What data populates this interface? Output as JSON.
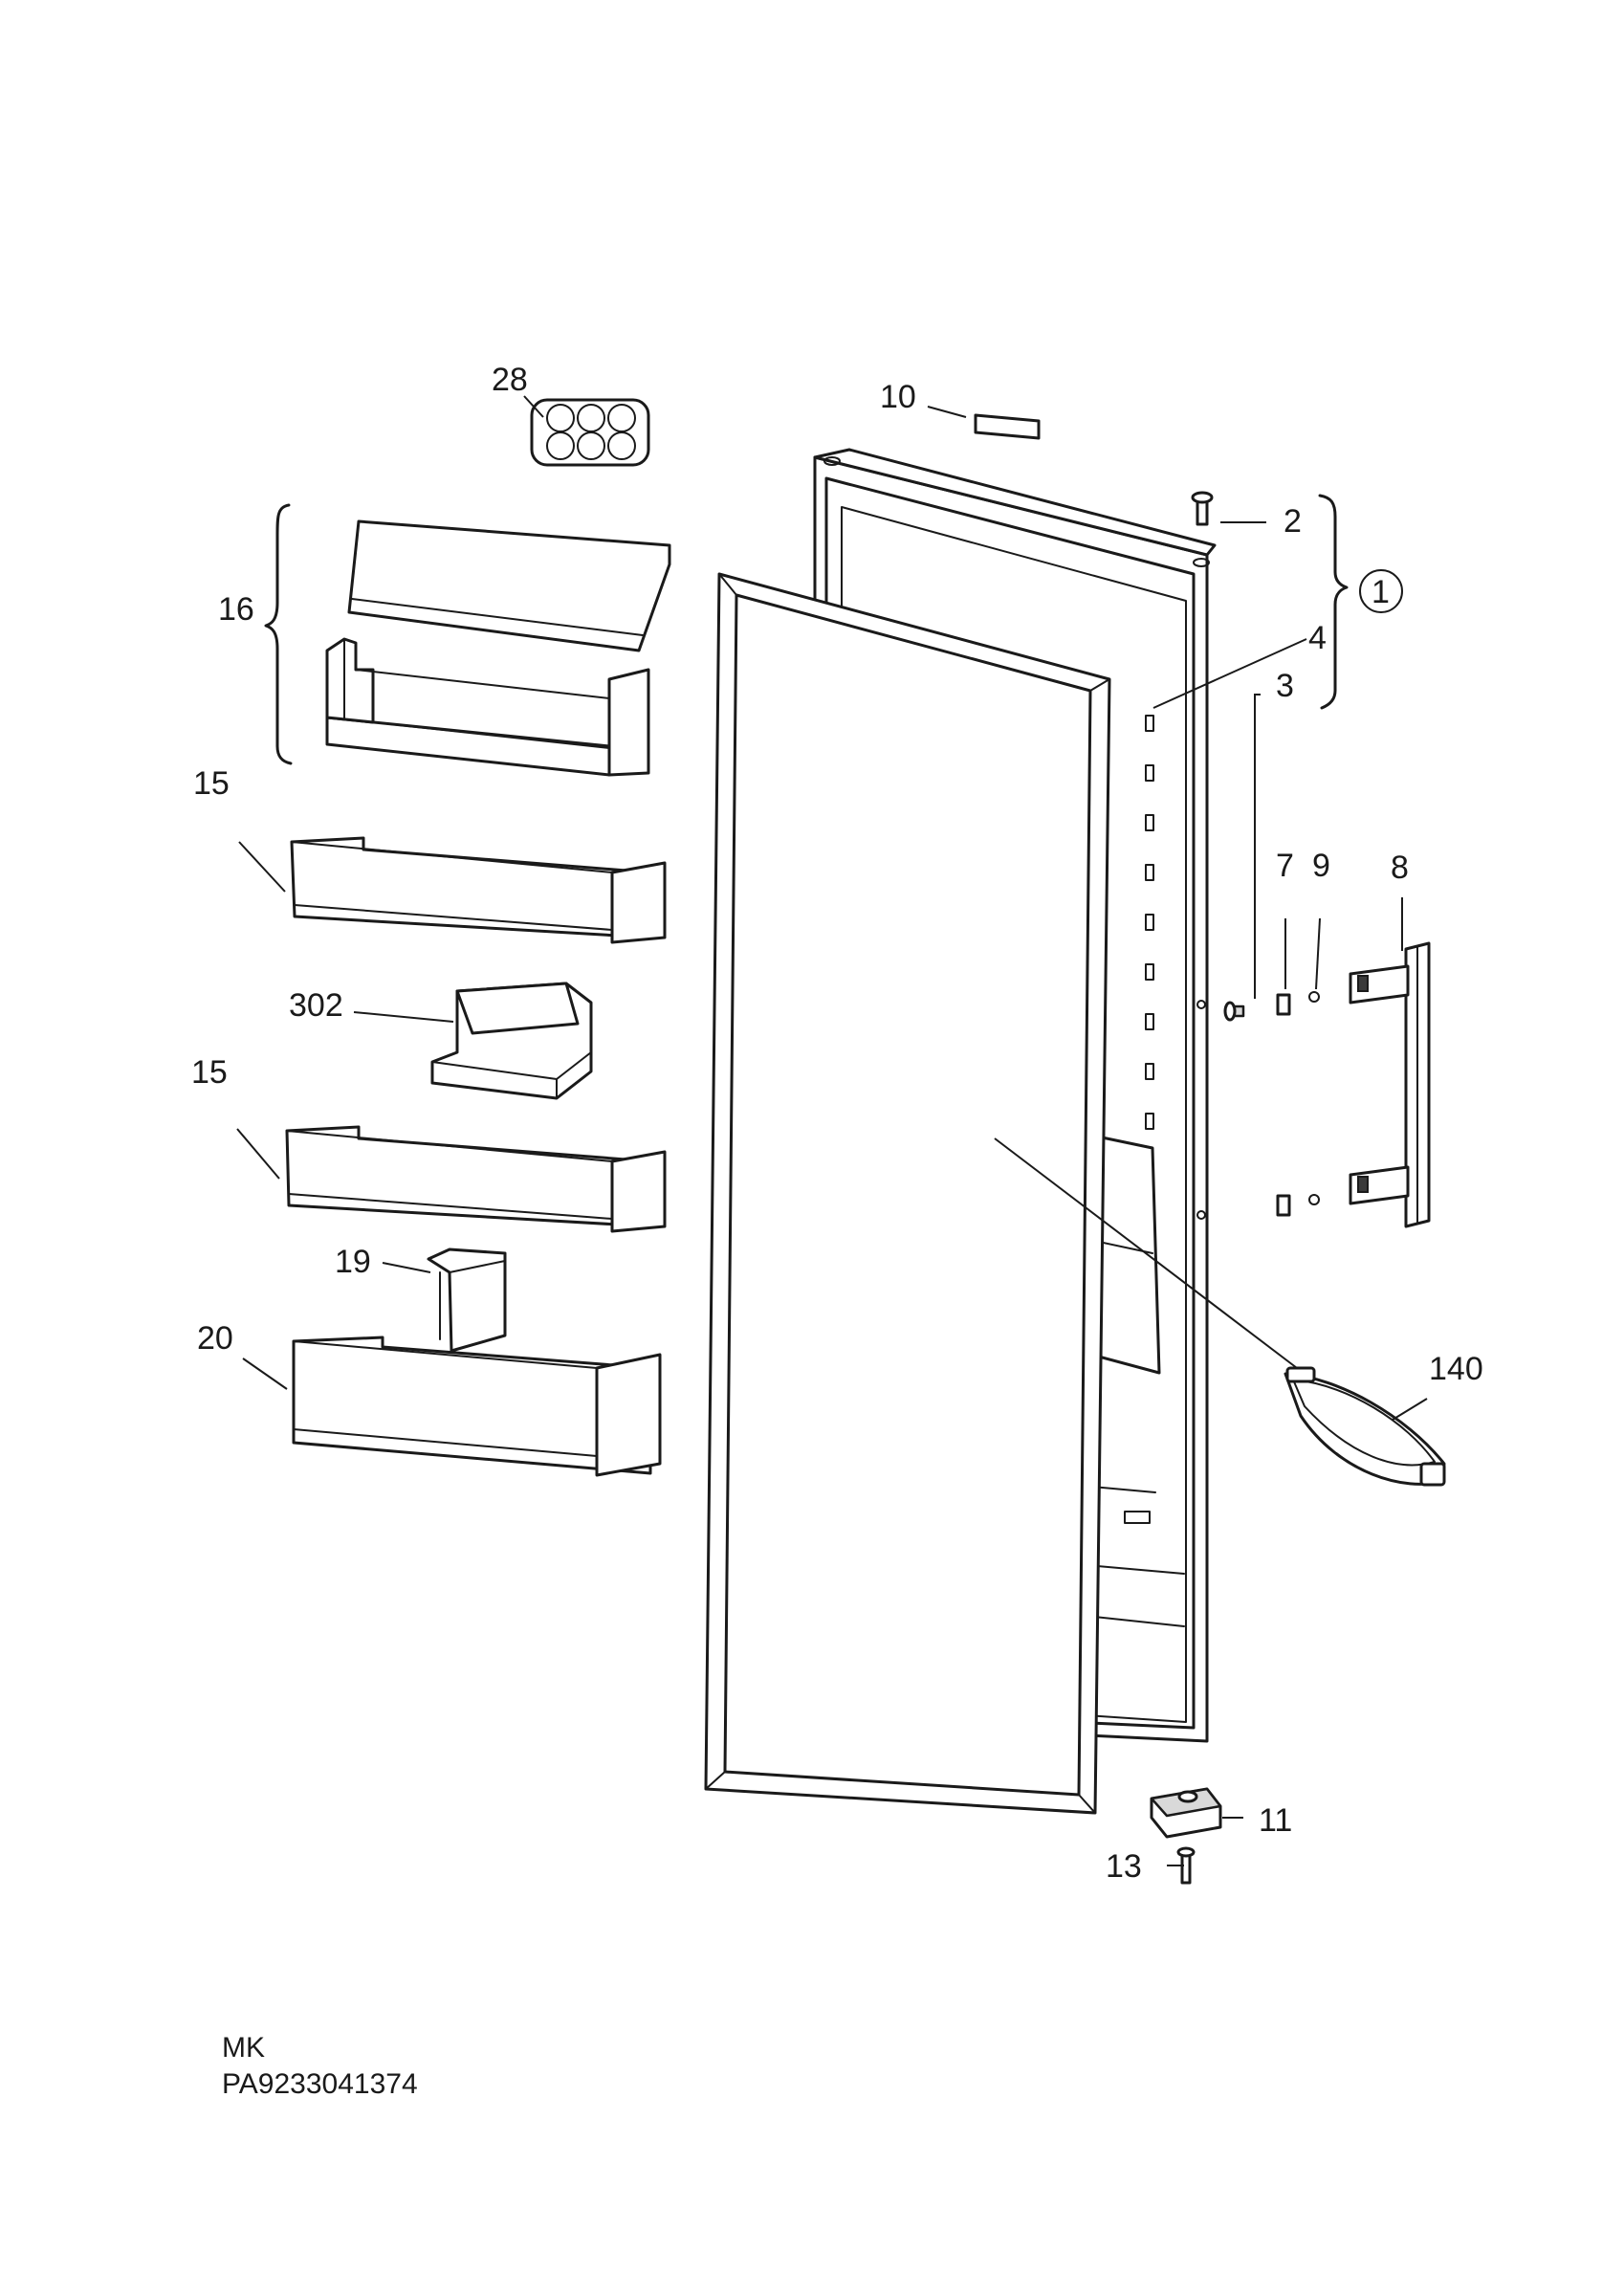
{
  "labels": {
    "p1": "1",
    "p2": "2",
    "p3": "3",
    "p4": "4",
    "p7": "7",
    "p8": "8",
    "p9": "9",
    "p10": "10",
    "p11": "11",
    "p13": "13",
    "p15a": "15",
    "p15b": "15",
    "p16": "16",
    "p19": "19",
    "p20": "20",
    "p28": "28",
    "p140": "140",
    "p302": "302"
  },
  "footer": {
    "line1": "MK",
    "line2": "PA9233041374"
  }
}
